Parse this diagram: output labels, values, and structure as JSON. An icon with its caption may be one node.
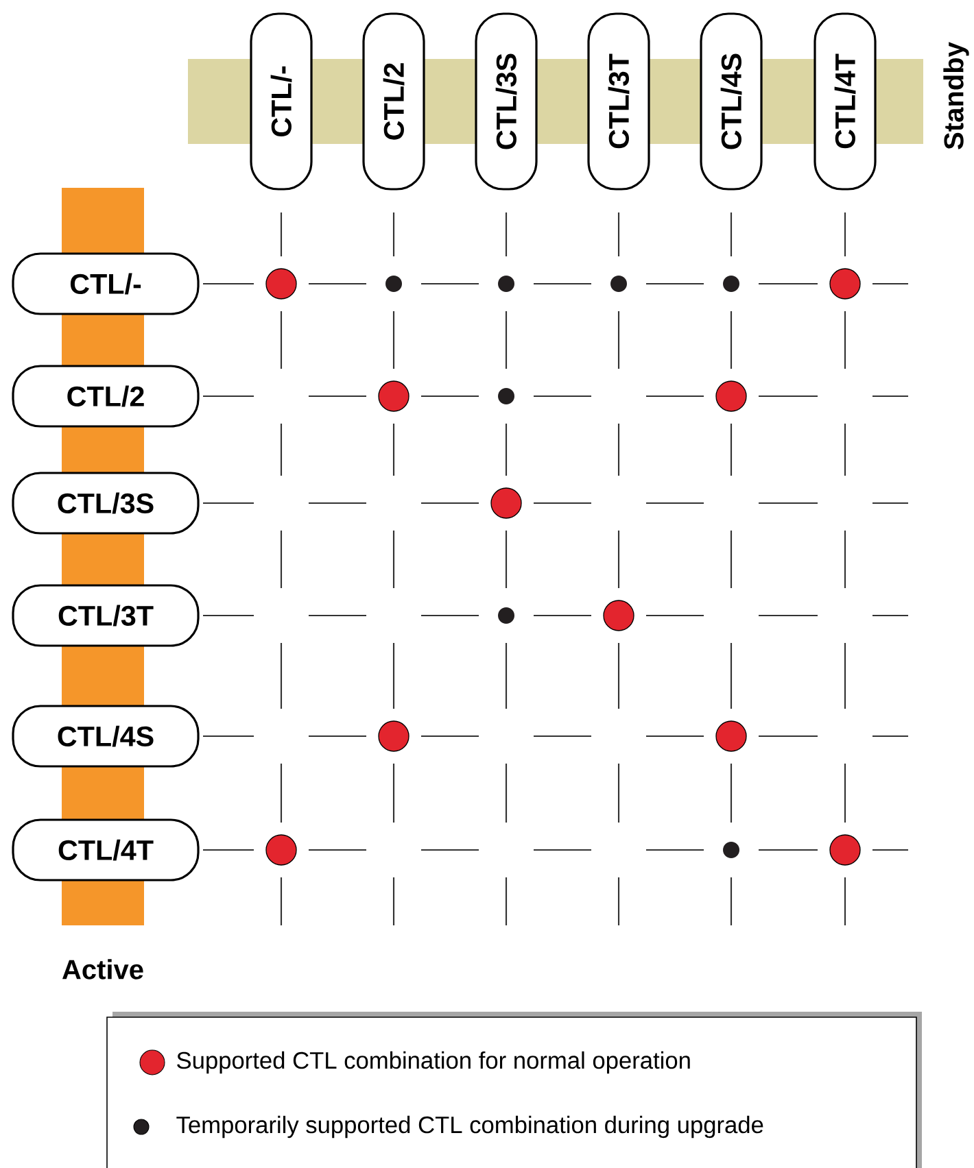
{
  "diagram": {
    "nodes": [
      {
        "text": [
          "Standby"
        ]
      },
      {
        "text": [
          "CTL/-"
        ]
      },
      {
        "text": [
          "CTL/2"
        ]
      },
      {
        "text": [
          "CTL/3S"
        ]
      },
      {
        "text": [
          "CTL/3T"
        ]
      },
      {
        "text": [
          "CTL/4S"
        ]
      },
      {
        "text": [
          "CTL/4T"
        ]
      },
      {
        "text": [
          "Active"
        ]
      },
      {
        "text": [
          "CTL/-"
        ]
      },
      {
        "text": [
          "CTL/2"
        ]
      },
      {
        "text": [
          "CTL/3S"
        ]
      },
      {
        "text": [
          "CTL/3T"
        ]
      },
      {
        "text": [
          "CTL/4S"
        ]
      },
      {
        "text": [
          "CTL/4T"
        ]
      },
      {
        "text": [],
        "shape": "circle"
      },
      {
        "text": [],
        "shape": "dot"
      },
      {
        "text": [],
        "shape": "dot"
      },
      {
        "text": [],
        "shape": "dot"
      },
      {
        "text": [],
        "shape": "dot"
      },
      {
        "text": [],
        "shape": "circle"
      },
      {
        "text": [],
        "shape": "circle"
      },
      {
        "text": [],
        "shape": "dot"
      },
      {
        "text": [],
        "shape": "circle"
      },
      {
        "text": [],
        "shape": "circle"
      },
      {
        "text": [],
        "shape": "dot"
      },
      {
        "text": [],
        "shape": "circle"
      },
      {
        "text": [],
        "shape": "circle"
      },
      {
        "text": [],
        "shape": "circle"
      },
      {
        "text": [],
        "shape": "circle"
      },
      {
        "text": [],
        "shape": "dot"
      },
      {
        "text": [],
        "shape": "circle"
      }
    ],
    "legend": [
      {
        "text": "Supported CTL combination for normal operation",
        "color": "#e3252e"
      },
      {
        "text": "Temporarily supported CTL combination during upgrade",
        "color": "#231f20"
      }
    ]
  }
}
